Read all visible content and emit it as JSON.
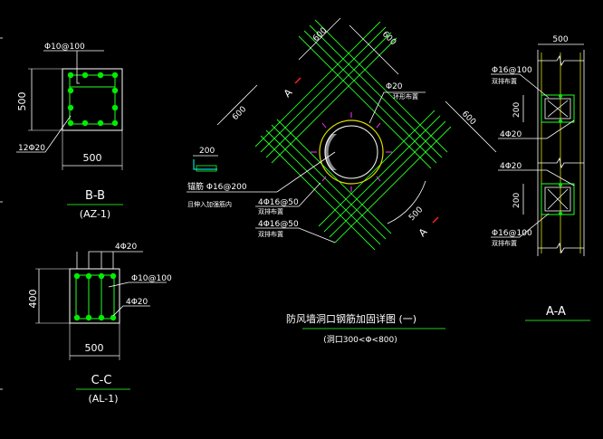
{
  "colors": {
    "background": "#000000",
    "outline": "#ffffff",
    "rebar": "#22ff22",
    "rebar_dot": "#00ee00",
    "accent_red": "#ff2222",
    "accent_cyan": "#00dddd",
    "accent_magenta": "#ff33ff",
    "accent_yellow": "#dddd00",
    "title_underline": "#22cc22"
  },
  "section_bb": {
    "callout_top": "Φ10@100",
    "dim_height": "500",
    "dim_width": "500",
    "callout_left": "12Φ20",
    "title": "B-B",
    "subtitle": "(AZ-1)"
  },
  "section_cc": {
    "callout_top": "4Φ20",
    "callout_right_stirrup": "Φ10@100",
    "callout_right_bottom": "4Φ20",
    "dim_height": "400",
    "dim_width": "500",
    "title": "C-C",
    "subtitle": "(AL-1)"
  },
  "plan_view": {
    "dim_top_left": "600",
    "dim_top_right": "600",
    "dim_left": "600",
    "dim_right": "600",
    "dim_arc": "500",
    "section_mark_left": "A",
    "section_mark_right": "A",
    "callout_ring_bar": "Φ20",
    "callout_ring_note": "环形布置",
    "callout_anchor_bar": "锚筋 Φ16@200",
    "callout_anchor_note": "且伸入加强筋内",
    "callout_diag_1": "4Φ16@50",
    "callout_diag_1_note": "双排布置",
    "callout_diag_2": "4Φ16@50",
    "callout_diag_2_note": "双排布置",
    "legend_dim": "200",
    "title": "防风墙洞口钢筋加固详图 (一)",
    "subtitle": "(洞口300<Φ<800)"
  },
  "section_aa": {
    "dim_top": "500",
    "callout_top_bar": "Φ16@100",
    "callout_top_note": "双排布置",
    "dim_upper": "200",
    "callout_upper": "4Φ20",
    "callout_middle": "4Φ20",
    "dim_lower": "200",
    "callout_bottom_bar": "Φ16@100",
    "callout_bottom_note": "双排布置",
    "title": "A-A"
  }
}
